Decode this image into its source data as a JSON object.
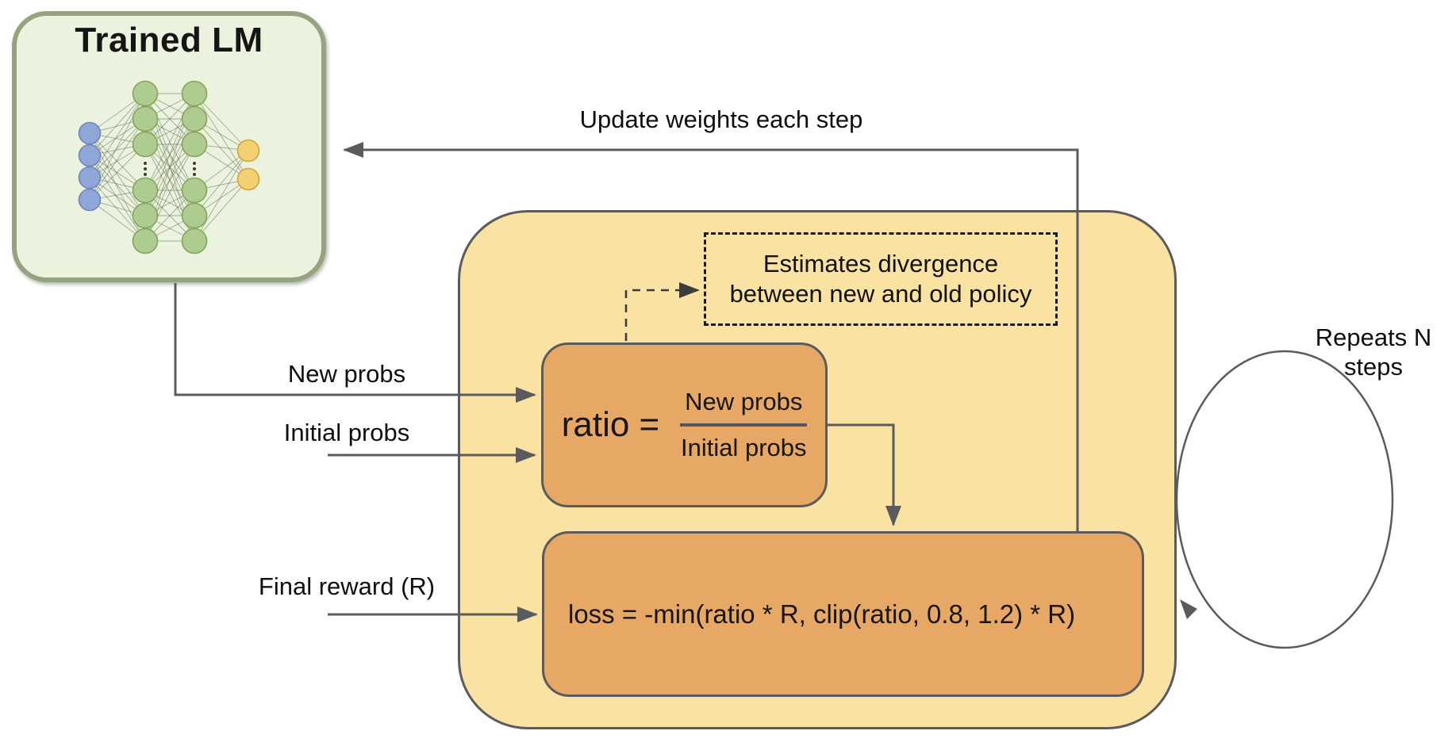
{
  "lm_box": {
    "title": "Trained LM"
  },
  "arrows": {
    "update_weights_label": "Update weights each step",
    "new_probs_label": "New probs",
    "initial_probs_label": "Initial probs",
    "final_reward_label": "Final reward (R)"
  },
  "loop": {
    "label_line1": "Repeats N",
    "label_line2": "steps"
  },
  "divergence_note": {
    "line1": "Estimates divergence",
    "line2": "between new and old policy"
  },
  "ratio_box": {
    "lhs": "ratio =",
    "numerator": "New probs",
    "denominator": "Initial probs"
  },
  "loss_box": {
    "formula": "loss = -min(ratio * R, clip(ratio, 0.8, 1.2) * R)"
  },
  "colors": {
    "outer_box_fill": "#f9e2a2",
    "inner_box_fill": "#e7a765",
    "lm_box_fill": "#ebf3de",
    "lm_box_border": "#95a47e",
    "connector_line": "#5a5b5e",
    "node_blue": "#8ea6d8",
    "node_blue_border": "#6f86ba",
    "node_green": "#aecb90",
    "node_green_border": "#85a45e",
    "node_yellow": "#f3d173",
    "node_yellow_border": "#cda43f",
    "text": "#111111"
  }
}
